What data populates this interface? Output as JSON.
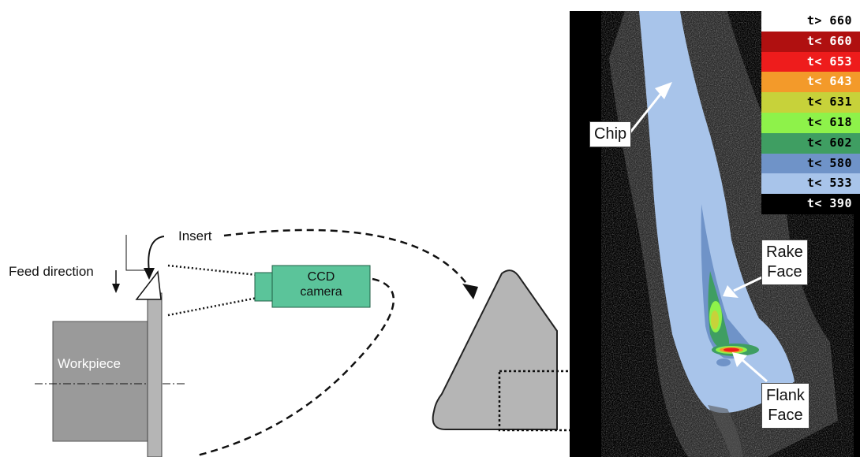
{
  "diagram": {
    "labels": {
      "feed_direction": "Feed direction",
      "insert": "Insert",
      "camera_line1": "CCD",
      "camera_line2": "camera",
      "workpiece": "Workpiece"
    }
  },
  "thermal_image": {
    "legend": [
      {
        "label": "t> 660",
        "bg": "#ffffff",
        "fg": "#000000"
      },
      {
        "label": "t< 660",
        "bg": "#b01010",
        "fg": "#ffffff"
      },
      {
        "label": "t< 653",
        "bg": "#ee1c1c",
        "fg": "#ffffff"
      },
      {
        "label": "t< 643",
        "bg": "#f39a2a",
        "fg": "#ffffff"
      },
      {
        "label": "t< 631",
        "bg": "#c7d23a",
        "fg": "#000000"
      },
      {
        "label": "t< 618",
        "bg": "#8ef24a",
        "fg": "#000000"
      },
      {
        "label": "t< 602",
        "bg": "#3f9e62",
        "fg": "#000000"
      },
      {
        "label": "t< 580",
        "bg": "#6f93c8",
        "fg": "#000000"
      },
      {
        "label": "t< 533",
        "bg": "#a8c4ea",
        "fg": "#000000"
      },
      {
        "label": "t< 390",
        "bg": "#000000",
        "fg": "#ffffff"
      }
    ],
    "callouts": {
      "chip": "Chip",
      "rake_line1": "Rake",
      "rake_line2": "Face",
      "flank_line1": "Flank",
      "flank_line2": "Face"
    }
  }
}
